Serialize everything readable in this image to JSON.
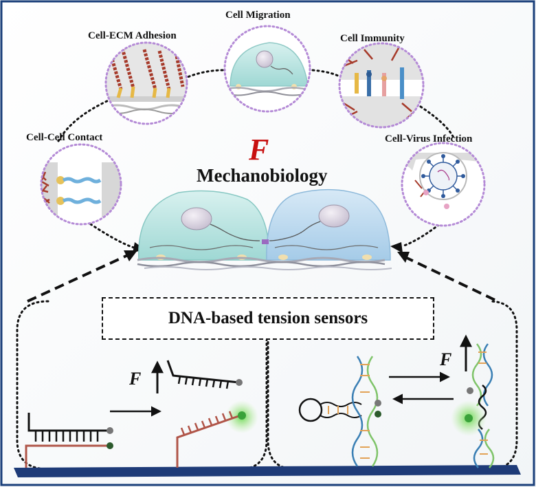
{
  "diagram": {
    "center_symbol": "F",
    "center_title": "Mechanobiology",
    "panels": [
      {
        "id": "cell-cell-contact",
        "label": "Cell-Cell Contact"
      },
      {
        "id": "cell-ecm-adhesion",
        "label": "Cell-ECM Adhesion"
      },
      {
        "id": "cell-migration",
        "label": "Cell Migration"
      },
      {
        "id": "cell-immunity",
        "label": "Cell Immunity"
      },
      {
        "id": "cell-virus-infection",
        "label": "Cell-Virus Infection"
      }
    ],
    "sensor_title": "DNA-based tension sensors",
    "left_force_label": "F",
    "right_force_label": "F",
    "colors": {
      "frame": "#1a3f7a",
      "cell_teal": "#bfe6e4",
      "cell_blue": "#bdd9ef",
      "actin": "#a63a2a",
      "glow": "#7dd85a",
      "dna_blue": "#3a7fb4",
      "dna_green": "#7fc46a",
      "dna_orange": "#e2a256",
      "dashed_circle": "#b48ad6"
    }
  }
}
